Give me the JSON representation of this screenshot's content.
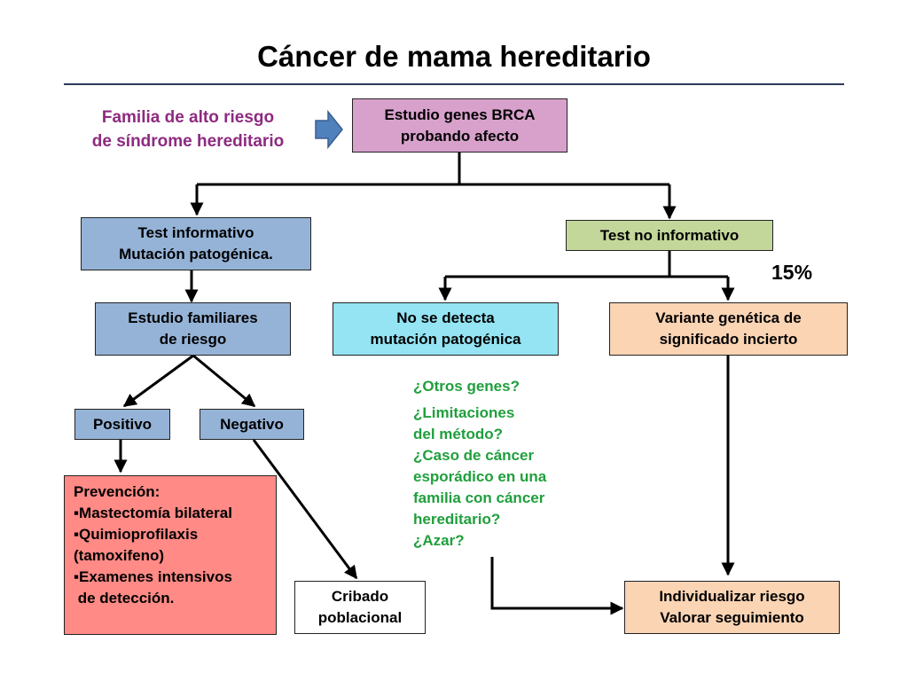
{
  "title": "Cáncer de mama hereditario",
  "family_label": [
    "Familia de alto riesgo",
    "de síndrome hereditario"
  ],
  "nodes": {
    "brca": [
      "Estudio genes BRCA",
      "probando afecto"
    ],
    "informativo": [
      "Test informativo",
      "Mutación patogénica."
    ],
    "no_informativo": "Test no informativo",
    "percent": "15%",
    "familiares": [
      "Estudio familiares",
      "de riesgo"
    ],
    "no_detecta": [
      "No se detecta",
      "mutación patogénica"
    ],
    "variante": [
      "Variante genética de",
      "significado incierto"
    ],
    "positivo": "Positivo",
    "negativo": "Negativo",
    "prevencion": [
      "Prevención:",
      "▪Mastectomía bilateral",
      "▪Quimioprofilaxis",
      "(tamoxifeno)",
      "▪Examenes intensivos",
      " de detección."
    ],
    "cribado": [
      "Cribado",
      "poblacional"
    ],
    "individualizar": [
      "Individualizar riesgo",
      "Valorar seguimiento"
    ]
  },
  "questions": [
    "¿Otros genes?",
    "¿Limitaciones",
    "del método?",
    "¿Caso de cáncer",
    "esporádico en una",
    "familia con cáncer",
    "hereditario?",
    "¿Azar?"
  ],
  "colors": {
    "title_rule": "#2d3a5c",
    "family_text": "#8e2a80",
    "arrow_block": "#4f81bd",
    "questions_text": "#1f9f3c",
    "blue": "#95b3d7",
    "pink": "#d8a1cc",
    "green": "#c4d79b",
    "cyan": "#94e4f4",
    "peach": "#fbd4b4",
    "red": "#ff8a86"
  }
}
